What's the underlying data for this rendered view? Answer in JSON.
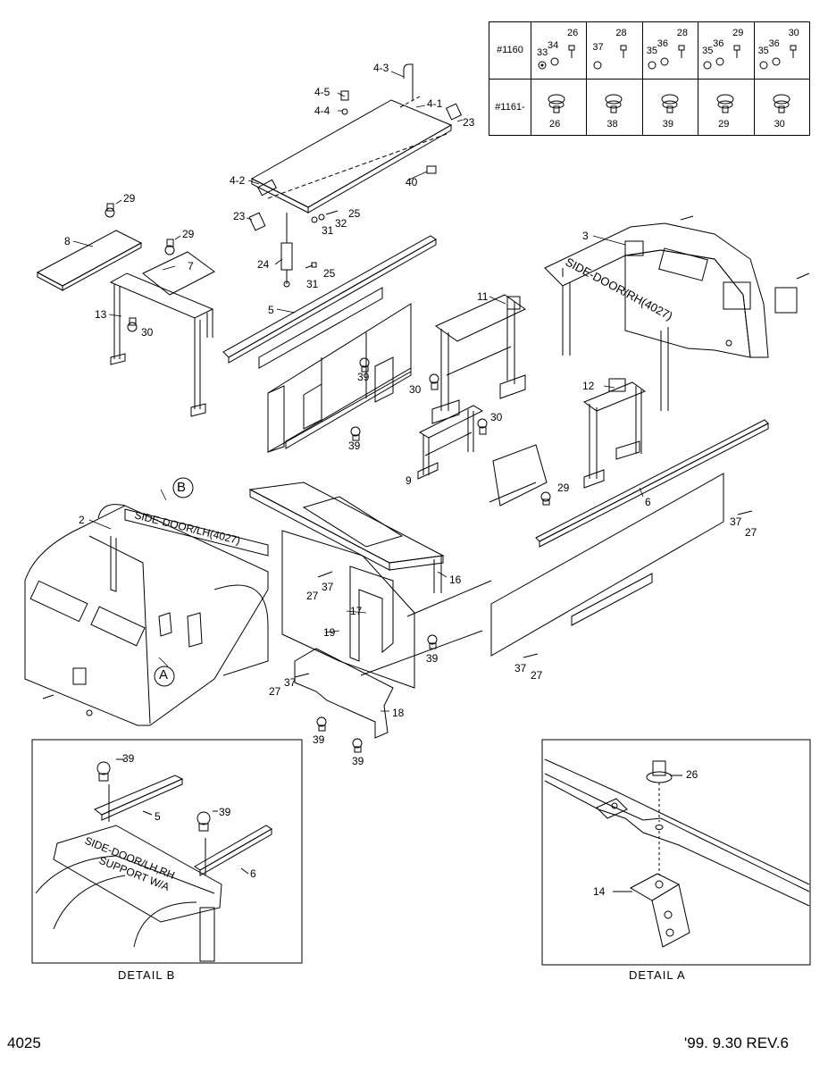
{
  "page_number": "4025",
  "revision": "'99. 9.30  REV.6",
  "table": {
    "rows": [
      {
        "label": "#1160",
        "cells": [
          [
            "33",
            "34",
            "26"
          ],
          [
            "37",
            "28"
          ],
          [
            "35",
            "36",
            "28"
          ],
          [
            "35",
            "36",
            "29"
          ],
          [
            "35",
            "36",
            "30"
          ]
        ]
      },
      {
        "label": "#1161-",
        "cells": [
          [
            "26"
          ],
          [
            "38"
          ],
          [
            "39"
          ],
          [
            "29"
          ],
          [
            "30"
          ]
        ]
      }
    ]
  },
  "callouts": {
    "c4_3": "4-3",
    "c4_5": "4-5",
    "c4_4": "4-4",
    "c4_1": "4-1",
    "c23a": "23",
    "c4_2": "4-2",
    "c40": "40",
    "c23b": "23",
    "c25a": "25",
    "c32": "32",
    "c31a": "31",
    "c24": "24",
    "c25b": "25",
    "c31b": "31",
    "c29a": "29",
    "c8": "8",
    "c29b": "29",
    "c7": "7",
    "c13": "13",
    "c30a": "30",
    "c5": "5",
    "c39a": "39",
    "c39b": "39",
    "c11": "11",
    "c30b": "30",
    "c30c": "30",
    "c9": "9",
    "c29c": "29",
    "c3": "3",
    "c12": "12",
    "c6": "6",
    "c37a": "37",
    "c27a": "27",
    "c2": "2",
    "cB": "B",
    "cA": "A",
    "c16": "16",
    "c27b": "27",
    "c37b": "37",
    "c17": "17",
    "c19": "19",
    "c39c": "39",
    "c27c": "27",
    "c37c": "37",
    "c18": "18",
    "c39d": "39",
    "c39e": "39",
    "c37d": "37",
    "c27d": "27",
    "dB39a": "39",
    "dB5": "5",
    "dB39b": "39",
    "dB6": "6",
    "dA26": "26",
    "dA14": "14"
  },
  "panel_text": {
    "rh_door": "SIDE-DOOR/RH(4027)",
    "lh_door": "SIDE-DOOR/LH(4027)",
    "support_line1": "SIDE-DOOR/LH,RH",
    "support_line2": "SUPPORT W/A"
  },
  "details": {
    "detail_b": "DETAIL  B",
    "detail_a": "DETAIL  A"
  }
}
